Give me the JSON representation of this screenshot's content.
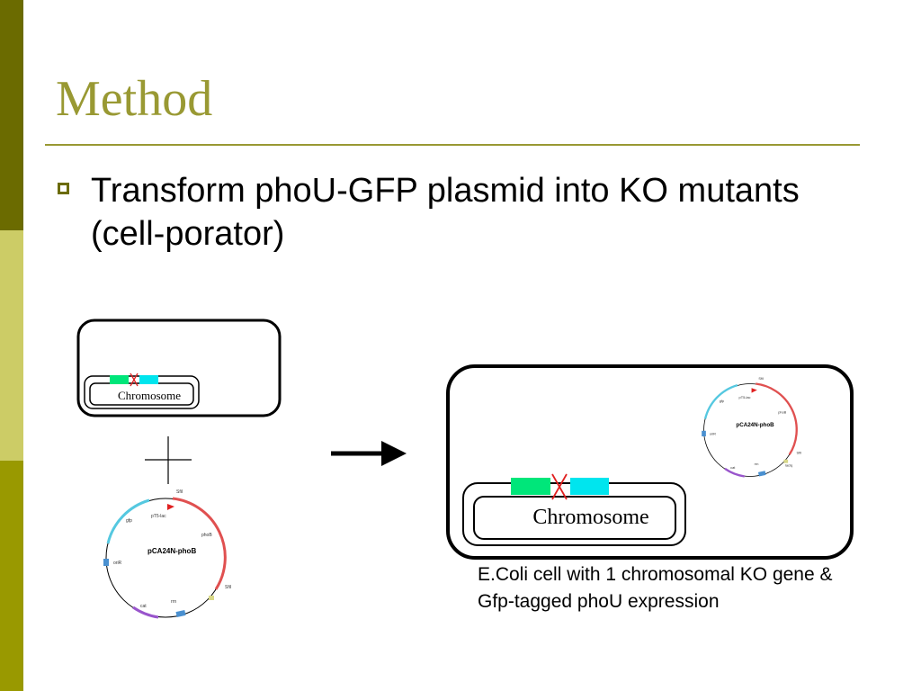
{
  "slide": {
    "title": "Method",
    "bullets": [
      "Transform phoU-GFP plasmid into KO mutants (cell-porator)"
    ]
  },
  "diagram": {
    "chromosome_label": "Chromosome",
    "plasmid": {
      "name": "pCA24N-phoB",
      "features": [
        "SfiI",
        "pT5-lac",
        "gfp",
        "phoB",
        "oriR",
        "SfiI",
        "cat",
        "rrn",
        "lacIq"
      ]
    },
    "caption": "E.Coli cell with 1 chromosomal KO gene & Gfp-tagged phoU expression"
  },
  "colors": {
    "sidebar_top": "#6b6b00",
    "sidebar_mid": "#cccc66",
    "sidebar_bottom": "#999900",
    "title": "#999933",
    "gene_green": "#00e67a",
    "gene_cyan": "#00e5ee",
    "ko_red": "#e02020"
  }
}
